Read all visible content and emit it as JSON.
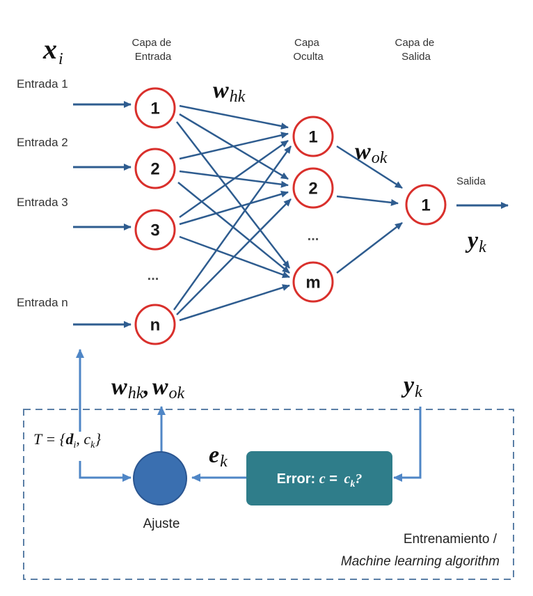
{
  "input_symbol": {
    "base": "x",
    "sub": "i"
  },
  "layers": {
    "input": {
      "title_line1": "Capa de",
      "title_line2": "Entrada",
      "nodes": [
        "1",
        "2",
        "3",
        "n"
      ],
      "ellipsis": "..."
    },
    "hidden": {
      "title_line1": "Capa",
      "title_line2": "Oculta",
      "nodes": [
        "1",
        "2",
        "m"
      ],
      "ellipsis": "..."
    },
    "output": {
      "title_line1": "Capa de",
      "title_line2": "Salida",
      "nodes": [
        "1"
      ]
    }
  },
  "inputs": [
    "Entrada 1",
    "Entrada 2",
    "Entrada 3",
    "Entrada n"
  ],
  "weights": {
    "input_hidden": {
      "base": "w",
      "sub": "hk"
    },
    "hidden_output": {
      "base": "w",
      "sub": "ok"
    },
    "both_base1": "w",
    "both_sub1": "hk",
    "both_sep": ",",
    "both_base2": "w",
    "both_sub2": "ok"
  },
  "output": {
    "label": "Salida",
    "symbol_base": "y",
    "symbol_sub": "k"
  },
  "training": {
    "target_prefix": "T = {",
    "target_d": "d",
    "target_d_sub": "i",
    "target_sep": ", c",
    "target_c_sub": "k",
    "target_close": "}",
    "error_prefix": "Error: ",
    "error_c": "c",
    "error_eq": " = ",
    "error_ck": "c",
    "error_ck_sub": "k",
    "error_q": "?",
    "error_signal_base": "e",
    "error_signal_sub": "k",
    "adjust_label": "Ajuste",
    "feedback_base": "y",
    "feedback_sub": "k",
    "caption_line1": "Entrenamiento /",
    "caption_line2": "Machine learning algorithm"
  },
  "colors": {
    "arrow": "#2e5c8f",
    "node_ring": "#d9302c",
    "feedback_line": "#4f86c6",
    "adjust_fill": "#3a6fb0",
    "error_box": "#2f7d8a",
    "dashed_border": "#5b7fa6"
  }
}
